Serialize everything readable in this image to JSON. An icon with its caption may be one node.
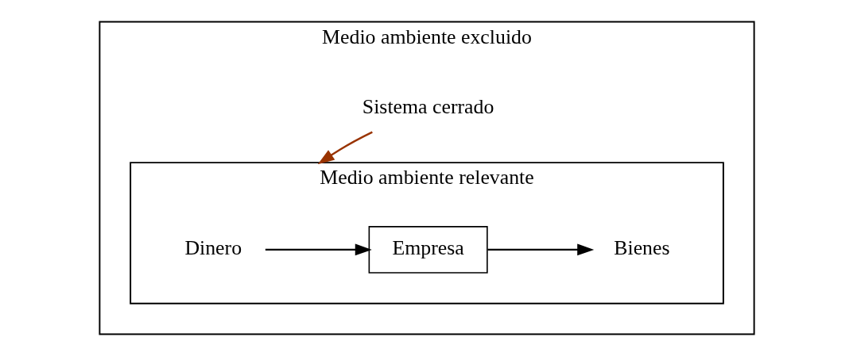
{
  "diagram": {
    "nodes": [
      {
        "text": [
          "Medio ambiente excluido"
        ]
      },
      {
        "text": [
          "Medio ambiente relevante"
        ],
        "in": 0
      },
      {
        "text": [
          "Dinero"
        ],
        "in": 1
      },
      {
        "text": [
          "Empresa"
        ],
        "in": 1
      },
      {
        "text": [
          "Bienes"
        ],
        "in": 1
      },
      {
        "text": [
          "Sistema cerrado"
        ],
        "in": 0
      }
    ],
    "edges": [
      {
        "from": 2,
        "to": 3,
        "arrow": "to"
      },
      {
        "from": 3,
        "to": 4,
        "arrow": "to"
      },
      {
        "from": 5,
        "to": 1,
        "arrow": "to",
        "color": "#993300"
      }
    ]
  }
}
